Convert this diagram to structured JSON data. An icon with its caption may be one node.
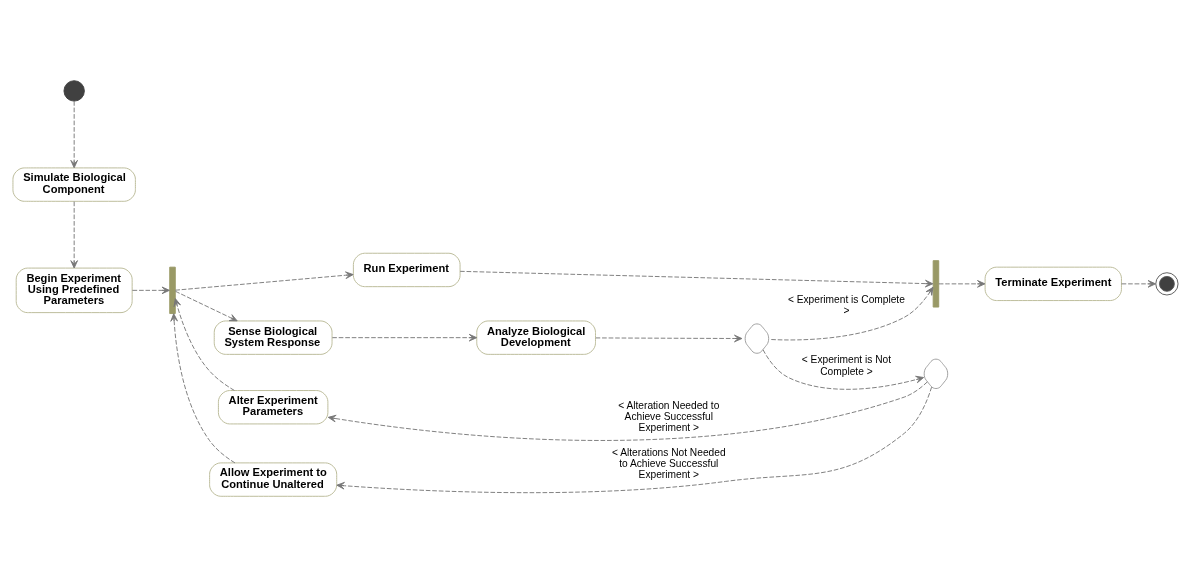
{
  "diagram": {
    "nodes": [
      {
        "text": [],
        "shape": "circle"
      },
      {
        "text": [
          "Simulate Biological Component"
        ]
      },
      {
        "text": [
          "Begin Experiment Using Predefined Parameters"
        ]
      },
      {
        "text": [],
        "shape": "bar"
      },
      {
        "text": [
          "Run Experiment"
        ]
      },
      {
        "text": [
          "Sense Biological System Response"
        ]
      },
      {
        "text": [
          "Analyze Biological Development"
        ]
      },
      {
        "text": [],
        "shape": "diamond"
      },
      {
        "text": [],
        "shape": "bar"
      },
      {
        "text": [
          "Terminate Experiment"
        ]
      },
      {
        "text": [],
        "shape": "circle"
      },
      {
        "text": [],
        "shape": "diamond"
      },
      {
        "text": [
          "Alter Experiment Parameters"
        ]
      },
      {
        "text": [
          "Allow Experiment to Continue Unaltered"
        ]
      }
    ],
    "edges": [
      {
        "from": 0,
        "to": 1,
        "arrow": "to",
        "style": "dashed"
      },
      {
        "from": 1,
        "to": 2,
        "arrow": "to",
        "style": "dashed"
      },
      {
        "from": 2,
        "to": 3,
        "arrow": "to",
        "style": "dashed"
      },
      {
        "from": 3,
        "to": 4,
        "arrow": "to",
        "style": "dashed"
      },
      {
        "from": 3,
        "to": 5,
        "arrow": "to",
        "style": "dashed"
      },
      {
        "from": 5,
        "to": 6,
        "arrow": "to",
        "style": "dashed"
      },
      {
        "from": 6,
        "to": 7,
        "arrow": "to",
        "style": "dashed"
      },
      {
        "from": 4,
        "to": 8,
        "arrow": "to",
        "style": "dashed"
      },
      {
        "from": 7,
        "to": 8,
        "arrow": "to",
        "style": "dashed",
        "label": "< Experiment is Complete >"
      },
      {
        "from": 8,
        "to": 9,
        "arrow": "to",
        "style": "dashed"
      },
      {
        "from": 9,
        "to": 10,
        "arrow": "to",
        "style": "dashed"
      },
      {
        "from": 7,
        "to": 11,
        "arrow": "to",
        "style": "dashed",
        "label": "< Experiment is Not Complete >"
      },
      {
        "from": 11,
        "to": 12,
        "arrow": "to",
        "style": "dashed",
        "label": "< Alteration Needed to Achieve Successful Experiment >"
      },
      {
        "from": 11,
        "to": 13,
        "arrow": "to",
        "style": "dashed",
        "label": "< Alterations Not Needed to Achieve Successful Experiment >"
      },
      {
        "from": 12,
        "to": 3,
        "arrow": "to",
        "style": "dashed"
      },
      {
        "from": 13,
        "to": 3,
        "arrow": "to",
        "style": "dashed"
      }
    ]
  }
}
